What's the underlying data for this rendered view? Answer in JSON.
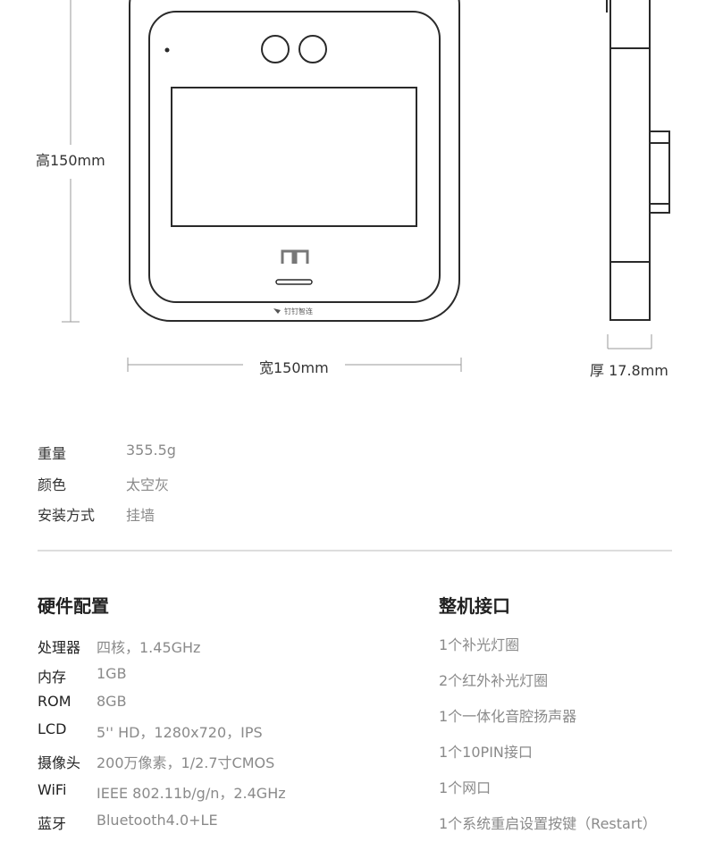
{
  "diagram": {
    "height_label": "高150mm",
    "width_label": "宽150mm",
    "depth_label": "厚 17.8mm",
    "logo_text": "钉钉智连"
  },
  "basic_specs": [
    {
      "key": "重量",
      "value": "355.5g"
    },
    {
      "key": "颜色",
      "value": "太空灰"
    },
    {
      "key": "安装方式",
      "value": "挂墙"
    }
  ],
  "hardware": {
    "title": "硬件配置",
    "rows": [
      {
        "key": "处理器",
        "value": "四核，1.45GHz"
      },
      {
        "key": "内存",
        "value": "1GB"
      },
      {
        "key": "ROM",
        "value": "8GB"
      },
      {
        "key": "LCD",
        "value": "5'' HD，1280x720，IPS"
      },
      {
        "key": "摄像头",
        "value": "200万像素，1/2.7寸CMOS"
      },
      {
        "key": "WiFi",
        "value": "IEEE 802.11b/g/n，2.4GHz"
      },
      {
        "key": "蓝牙",
        "value": "Bluetooth4.0+LE"
      }
    ]
  },
  "ports": {
    "title": "整机接口",
    "items": [
      "1个补光灯圈",
      "2个红外补光灯圈",
      "1个一体化音腔扬声器",
      "1个10PIN接口",
      "1个网口",
      "1个系统重启设置按键（Restart）"
    ]
  }
}
